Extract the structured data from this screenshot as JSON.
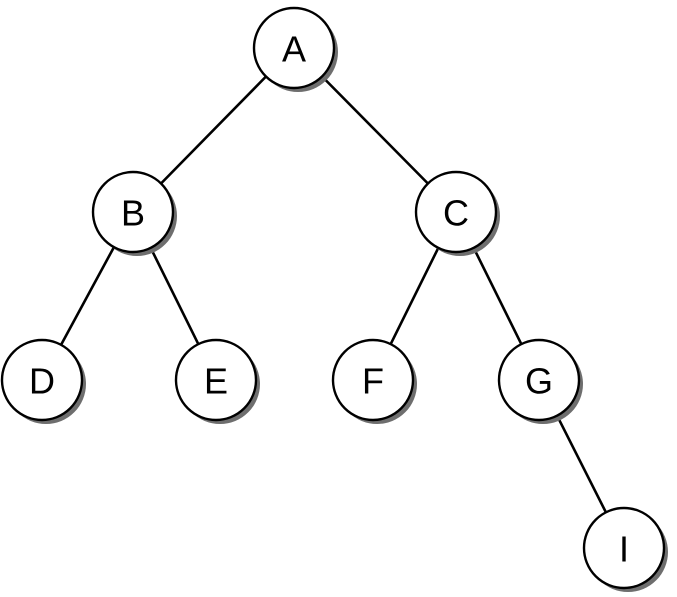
{
  "nodes": [
    {
      "id": "A",
      "label": "A"
    },
    {
      "id": "B",
      "label": "B"
    },
    {
      "id": "C",
      "label": "C"
    },
    {
      "id": "D",
      "label": "D"
    },
    {
      "id": "E",
      "label": "E"
    },
    {
      "id": "F",
      "label": "F"
    },
    {
      "id": "G",
      "label": "G"
    },
    {
      "id": "I",
      "label": "I"
    }
  ],
  "edges": [
    {
      "from": "A",
      "to": "B"
    },
    {
      "from": "A",
      "to": "C"
    },
    {
      "from": "B",
      "to": "D"
    },
    {
      "from": "B",
      "to": "E"
    },
    {
      "from": "C",
      "to": "F"
    },
    {
      "from": "C",
      "to": "G"
    },
    {
      "from": "G",
      "to": "I"
    }
  ]
}
